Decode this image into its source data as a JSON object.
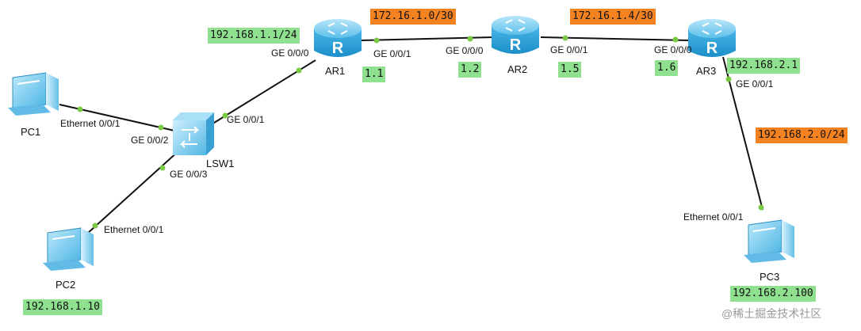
{
  "devices": {
    "ar1": "AR1",
    "ar2": "AR2",
    "ar3": "AR3",
    "lsw1": "LSW1",
    "pc1": "PC1",
    "pc2": "PC2",
    "pc3": "PC3"
  },
  "ports": {
    "ar1_g000": "GE 0/0/0",
    "ar1_g001": "GE 0/0/1",
    "ar2_g000": "GE 0/0/0",
    "ar2_g001": "GE 0/0/1",
    "ar3_g000": "GE 0/0/0",
    "ar3_g001": "GE 0/0/1",
    "lsw1_g001": "GE 0/0/1",
    "lsw1_g002": "GE 0/0/2",
    "lsw1_g003": "GE 0/0/3",
    "pc1_eth": "Ethernet 0/0/1",
    "pc2_eth": "Ethernet 0/0/1",
    "pc3_eth": "Ethernet 0/0/1"
  },
  "addresses": {
    "ar1_lan": "192.168.1.1/24",
    "net_ar1_ar2": "172.16.1.0/30",
    "net_ar2_ar3": "172.16.1.4/30",
    "ar1_wan": "1.1",
    "ar2_left": "1.2",
    "ar2_right": "1.5",
    "ar3_wan": "1.6",
    "ar3_lan": "192.168.2.1",
    "net_ar3_pc3": "192.168.2.0/24",
    "pc2_ip": "192.168.1.10",
    "pc3_ip": "192.168.2.100"
  },
  "watermark": "@稀土掘金技术社区",
  "colors": {
    "green_tag": "#8fe08f",
    "orange_tag": "#f58220",
    "link": "#111111",
    "port_dot": "#7ac943",
    "router_blue": "#3aa9dc",
    "switch_blue": "#6cc3ea"
  },
  "icons": {
    "router": "router-icon",
    "switch": "switch-icon",
    "pc": "pc-icon"
  }
}
